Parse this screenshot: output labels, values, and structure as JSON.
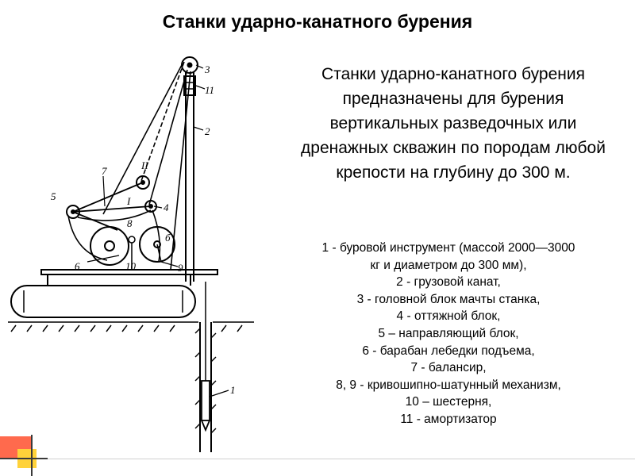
{
  "title": "Станки ударно-канатного бурения",
  "intro": "Станки ударно-канатного бурения предназначены для бурения вертикальных разведочных или дренажных скважин по породам любой крепости на глубину до 300 м.",
  "legend": [
    "1 - буровой инструмент (массой 2000—3000",
    "кг и диаметром до 300 мм),",
    "2 - грузовой канат,",
    "3 - головной блок мачты станка,",
    "4 - оттяжной блок,",
    "5 – направляющий блок,",
    "6 - барабан лебедки подъема,",
    "7 - балансир,",
    "8, 9 - кривошипно-шатунный механизм,",
    "10 – шестерня,",
    "11  - амортизатор"
  ],
  "diagram_labels": {
    "n1": "1",
    "n2": "2",
    "n3": "3",
    "n11": "11",
    "n4": "4",
    "n5": "5",
    "n6": "6",
    "n7": "7",
    "n8": "8",
    "n9": "9",
    "n10": "10",
    "rII": "II",
    "rI": "I",
    "n6b": "б"
  }
}
